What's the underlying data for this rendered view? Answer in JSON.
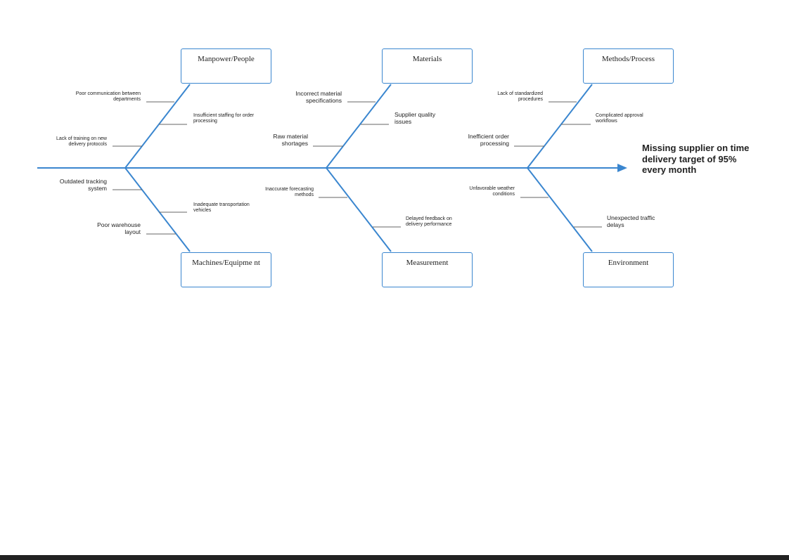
{
  "effect": "Missing supplier on time delivery target of 95% every month",
  "categories": {
    "manpower": "Manpower/People",
    "materials": "Materials",
    "methods": "Methods/Process",
    "machines": "Machines/Equipme nt",
    "measurement": "Measurement",
    "environment": "Environment"
  },
  "causes": {
    "manpower": [
      "Poor communication between departments",
      "Insufficient staffing for order processing",
      "Lack of training on new delivery protocols"
    ],
    "materials": [
      "Incorrect material specifications",
      "Supplier quality issues",
      "Raw material shortages"
    ],
    "methods": [
      "Lack of standardized procedures",
      "Complicated approval workflows",
      "Inefficient order processing"
    ],
    "machines": [
      "Outdated tracking system",
      "Inadequate transportation vehicles",
      "Poor warehouse layout"
    ],
    "measurement": [
      "Inaccurate forecasting methods",
      "Delayed feedback on delivery performance"
    ],
    "environment": [
      "Unfavorable weather conditions",
      "Unexpected traffic delays"
    ]
  },
  "colors": {
    "line": "#3a86cf",
    "text": "#222222"
  }
}
